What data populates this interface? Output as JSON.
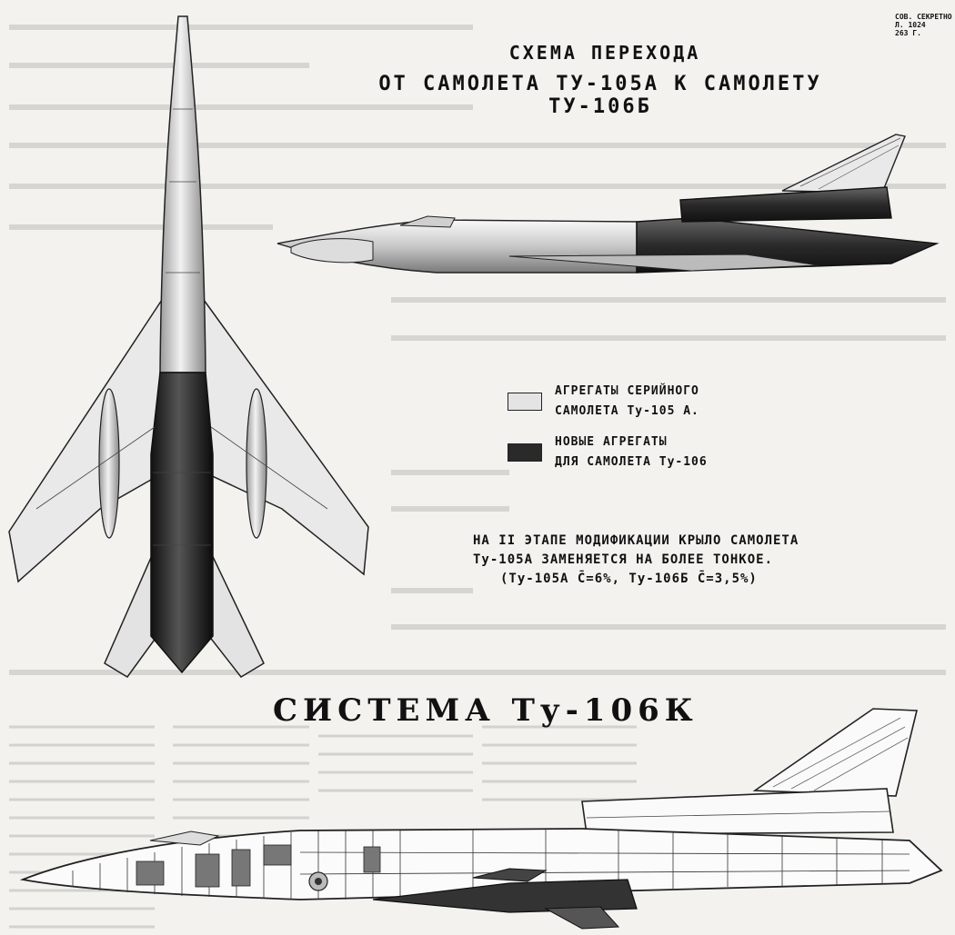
{
  "stamp": [
    "СОВ. СЕКРЕТНО",
    "Л. 1024",
    "263 Г."
  ],
  "title": {
    "line1": "СХЕМА ПЕРЕХОДА",
    "line2": "ОТ САМОЛЕТА ТУ-105А К САМОЛЕТУ ТУ-106Б"
  },
  "legend": {
    "serial": {
      "line1": "АГРЕГАТЫ СЕРИЙНОГО",
      "line2": "САМОЛЕТА Ту-105 А.",
      "color": "#e4e4e4"
    },
    "new": {
      "line1": "НОВЫЕ АГРЕГАТЫ",
      "line2": "ДЛЯ САМОЛЕТА Ту-106",
      "color": "#2a2a2a"
    }
  },
  "note": {
    "line1": "НА II ЭТАПЕ МОДИФИКАЦИИ КРЫЛО САМОЛЕТА",
    "line2": "Ту-105А ЗАМЕНЯЕТСЯ НА БОЛЕЕ ТОНКОЕ.",
    "line3": "(Ту-105А C̄=6%, Ту-106Б C̄=3,5%)"
  },
  "system_title": "СИСТЕМА Ту-106К"
}
